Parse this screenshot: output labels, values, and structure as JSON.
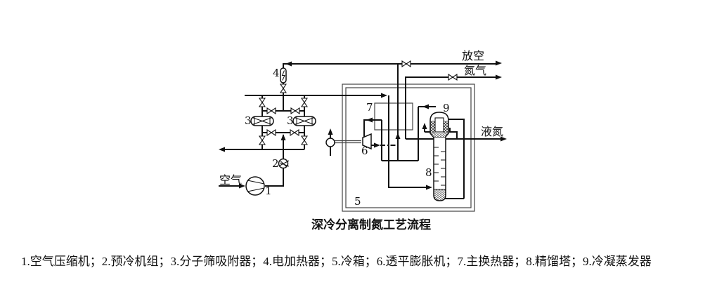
{
  "figure": {
    "title": "深冷分离制氮工艺流程",
    "legend": "1.空气压缩机；2.预冷机组；3.分子筛吸附器；4.电加热器；5.冷箱；6.透平膨胀机；7.主换热器；8.精馏塔；9.冷凝蒸发器"
  },
  "streams": {
    "air_in": "空气",
    "vent": "放空",
    "nitrogen_gas": "氮气",
    "liquid_nitrogen": "液氮"
  },
  "components": {
    "c1": {
      "num": "1",
      "name": "空气压缩机"
    },
    "c2": {
      "num": "2",
      "name": "预冷机组"
    },
    "c3": {
      "num": "3",
      "name": "分子筛吸附器"
    },
    "c4": {
      "num": "4",
      "name": "电加热器"
    },
    "c5": {
      "num": "5",
      "name": "冷箱"
    },
    "c6": {
      "num": "6",
      "name": "透平膨胀机"
    },
    "c7": {
      "num": "7",
      "name": "主换热器"
    },
    "c8": {
      "num": "8",
      "name": "精馏塔"
    },
    "c9": {
      "num": "9",
      "name": "冷凝蒸发器"
    }
  },
  "colors": {
    "line": "#111111",
    "background": "#ffffff"
  }
}
